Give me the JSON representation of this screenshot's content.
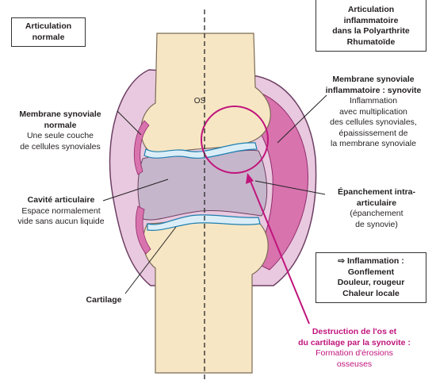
{
  "os_label": "OS",
  "boxes": {
    "normal": {
      "line1": "Articulation",
      "line2": "normale"
    },
    "inflam": {
      "line1": "Articulation",
      "line2": "inflammatoire",
      "line3": "dans la Polyarthrite",
      "line4": "Rhumatoïde"
    },
    "symptoms": {
      "line1": "⇨ Inflammation :",
      "line2": "Gonflement",
      "line3": "Douleur, rougeur",
      "line4": "Chaleur locale"
    }
  },
  "left": {
    "membrane": {
      "title1": "Membrane synoviale",
      "title2": "normale",
      "desc1": "Une seule couche",
      "desc2": "de cellules synoviales"
    },
    "cavite": {
      "title": "Cavité articulaire",
      "desc1": "Espace normalement",
      "desc2": "vide sans aucun liquide"
    },
    "cartilage": {
      "title": "Cartilage"
    }
  },
  "right": {
    "membrane": {
      "title1": "Membrane synoviale",
      "title2": "inflammatoire : synovite",
      "desc1": "Inflammation",
      "desc2": "avec multiplication",
      "desc3": "des cellules synoviales,",
      "desc4": "épaississement de",
      "desc5": "la membrane synoviale"
    },
    "epanchement": {
      "title1": "Épanchement intra-",
      "title2": "articulaire",
      "desc1": "(épanchement",
      "desc2": "de synovie)"
    }
  },
  "destruction": {
    "title1": "Destruction de l'os et",
    "title2": "du cartilage par la synovite :",
    "desc1": "Formation d'érosions",
    "desc2": "osseuses"
  },
  "colors": {
    "bone": "#f7e6c4",
    "capsule": "#e9c9df",
    "capsule_stroke": "#6d3f63",
    "cavity": "#c6b6cb",
    "cartilage": "#dbeef7",
    "cartilage_stroke": "#1d7fb0",
    "synovite": "#d873ae",
    "magenta": "#c0157c"
  }
}
